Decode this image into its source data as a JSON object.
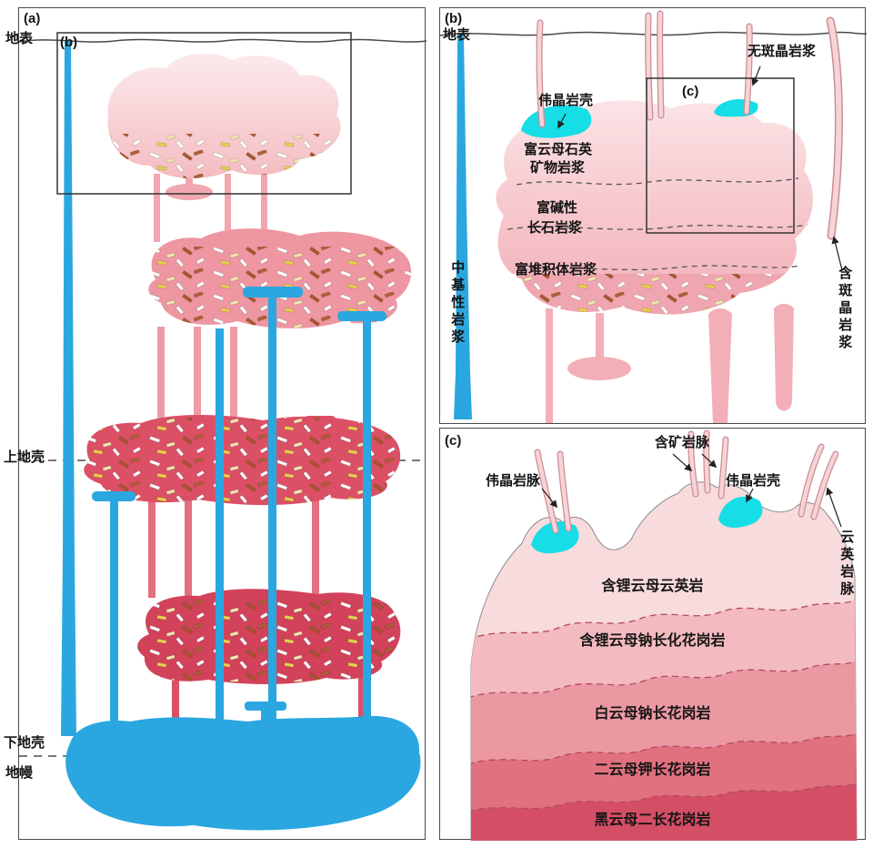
{
  "figure": {
    "panel_a": {
      "tag": "(a)",
      "inset_tag": "(b)",
      "labels": {
        "surface": "地表",
        "upper_crust": "上地壳",
        "lower_crust": "下地壳",
        "mantle": "地幔"
      }
    },
    "panel_b": {
      "tag": "(b)",
      "inset_tag": "(c)",
      "labels": {
        "surface": "地表",
        "aphyric_magma": "无斑晶岩浆",
        "pegmatite_shell": "伟晶岩壳",
        "mica_quartz_line1": "富云母石英",
        "mica_quartz_line2": "矿物岩浆",
        "alkali_feldspar_line1": "富碱性",
        "alkali_feldspar_line2": "长石岩浆",
        "cumulate_magma": "富堆积体岩浆",
        "intermediate_mafic_magma": "中基性岩浆",
        "porphyritic_magma": "含斑晶岩浆"
      }
    },
    "panel_c": {
      "tag": "(c)",
      "labels": {
        "ore_vein": "含矿岩脉",
        "pegmatite_vein": "伟晶岩脉",
        "pegmatite_shell": "伟晶岩壳",
        "greisen_vein": "云英岩脉"
      },
      "layers": {
        "l1": "含锂云母云英岩",
        "l2": "含锂云母钠长化花岗岩",
        "l3": "白云母钠长花岗岩",
        "l4": "二云母钾长花岗岩",
        "l5": "黑云母二长花岗岩"
      }
    },
    "colors": {
      "mafic_blue": "#2aa7e0",
      "pegmatite_cyan": "#17dde6",
      "granite_lightest": "#f8dbdd",
      "granite_light": "#f3bac0",
      "granite_mid": "#eb98a3",
      "granite_dark": "#e1717f",
      "granite_darkest": "#d44f66",
      "chamber_red": "#dc5066",
      "outline": "#4a4a4a"
    }
  }
}
